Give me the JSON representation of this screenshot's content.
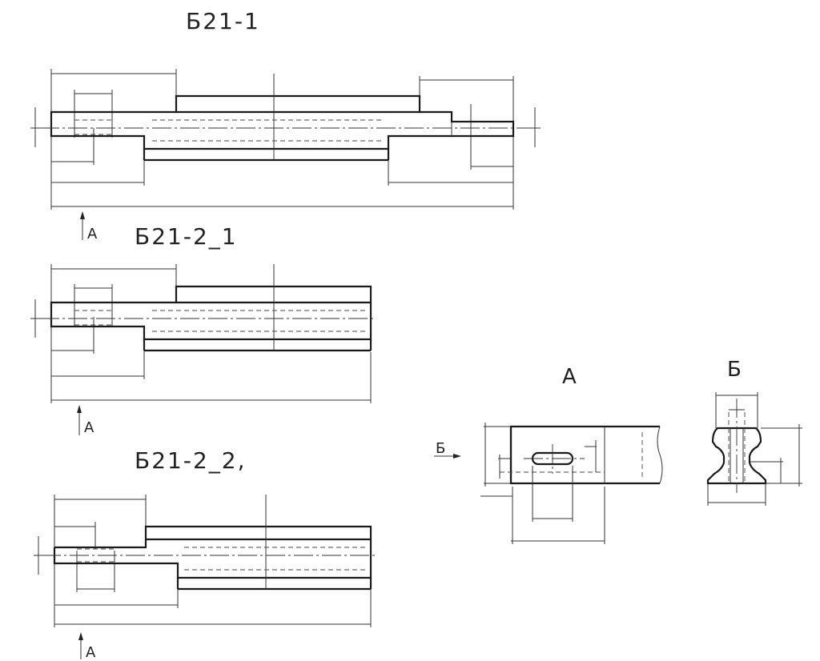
{
  "drawings": [
    {
      "title": "Б21-1",
      "view_marker": "А"
    },
    {
      "title": "Б21-2_1",
      "view_marker": "А"
    },
    {
      "title": "Б21-2_2,",
      "view_marker": "А"
    }
  ],
  "views": {
    "a": {
      "label": "А",
      "section_marker": "Б"
    },
    "b": {
      "label": "Б"
    }
  }
}
